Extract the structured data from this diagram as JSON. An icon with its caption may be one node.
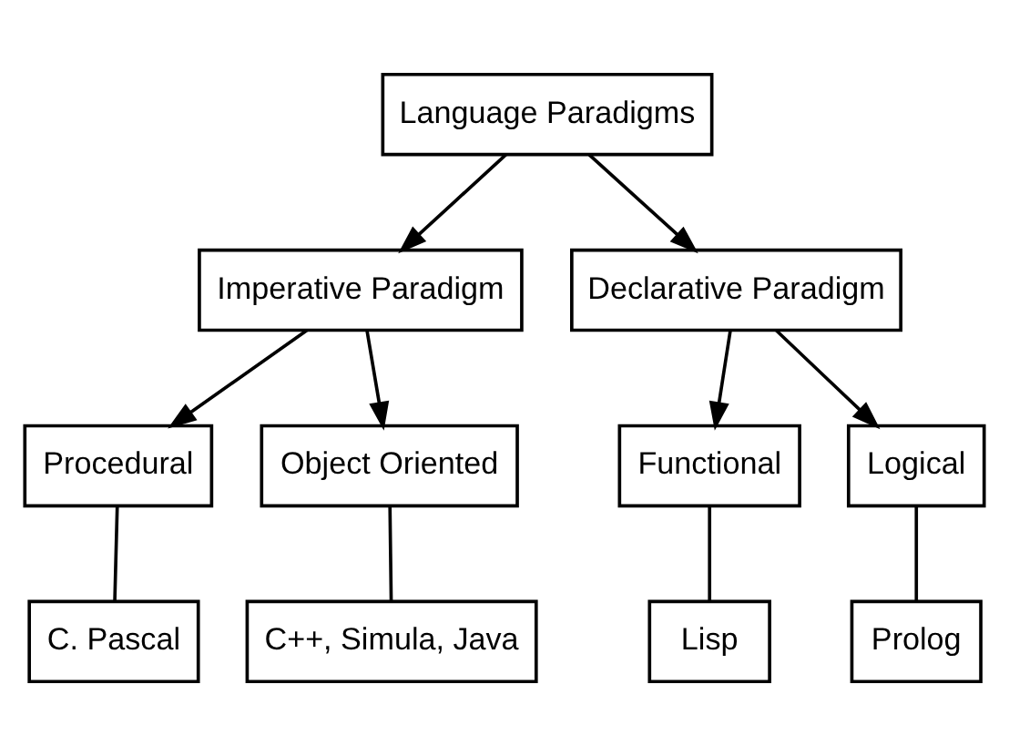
{
  "diagram": {
    "nodes": [
      {
        "text": [
          "Language Paradigms"
        ]
      },
      {
        "text": [
          "Imperative Paradigm"
        ]
      },
      {
        "text": [
          "Declarative Paradigm"
        ]
      },
      {
        "text": [
          "Procedural"
        ]
      },
      {
        "text": [
          "Object Oriented"
        ]
      },
      {
        "text": [
          "Functional"
        ]
      },
      {
        "text": [
          "Logical"
        ]
      },
      {
        "text": [
          "C. Pascal"
        ]
      },
      {
        "text": [
          "C++, Simula, Java"
        ]
      },
      {
        "text": [
          "Lisp"
        ]
      },
      {
        "text": [
          "Prolog"
        ]
      }
    ],
    "edges": [
      {
        "from": 0,
        "to": 1,
        "arrow": "to"
      },
      {
        "from": 0,
        "to": 2,
        "arrow": "to"
      },
      {
        "from": 1,
        "to": 3,
        "arrow": "to"
      },
      {
        "from": 1,
        "to": 4,
        "arrow": "to"
      },
      {
        "from": 2,
        "to": 5,
        "arrow": "to"
      },
      {
        "from": 2,
        "to": 6,
        "arrow": "to"
      },
      {
        "from": 3,
        "to": 7,
        "arrow": "none"
      },
      {
        "from": 4,
        "to": 8,
        "arrow": "none"
      },
      {
        "from": 5,
        "to": 9,
        "arrow": "none"
      },
      {
        "from": 6,
        "to": 10,
        "arrow": "none"
      }
    ]
  }
}
